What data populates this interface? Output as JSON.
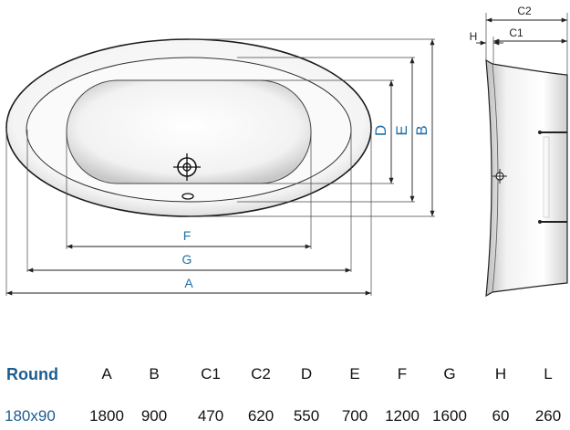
{
  "diagram": {
    "top_view_labels": {
      "A": "A",
      "B": "B",
      "D": "D",
      "E": "E",
      "F": "F",
      "G": "G"
    },
    "side_view_labels": {
      "C1": "C1",
      "C2": "C2",
      "H": "H"
    }
  },
  "table": {
    "model": "Round",
    "size": "180x90",
    "columns": [
      "A",
      "B",
      "C1",
      "C2",
      "D",
      "E",
      "F",
      "G",
      "H",
      "L"
    ],
    "values": [
      "1800",
      "900",
      "470",
      "620",
      "550",
      "700",
      "1200",
      "1600",
      "60",
      "260"
    ]
  },
  "colors": {
    "accent": "#1d5d92",
    "label": "#1e6fa8",
    "line": "#222222"
  }
}
